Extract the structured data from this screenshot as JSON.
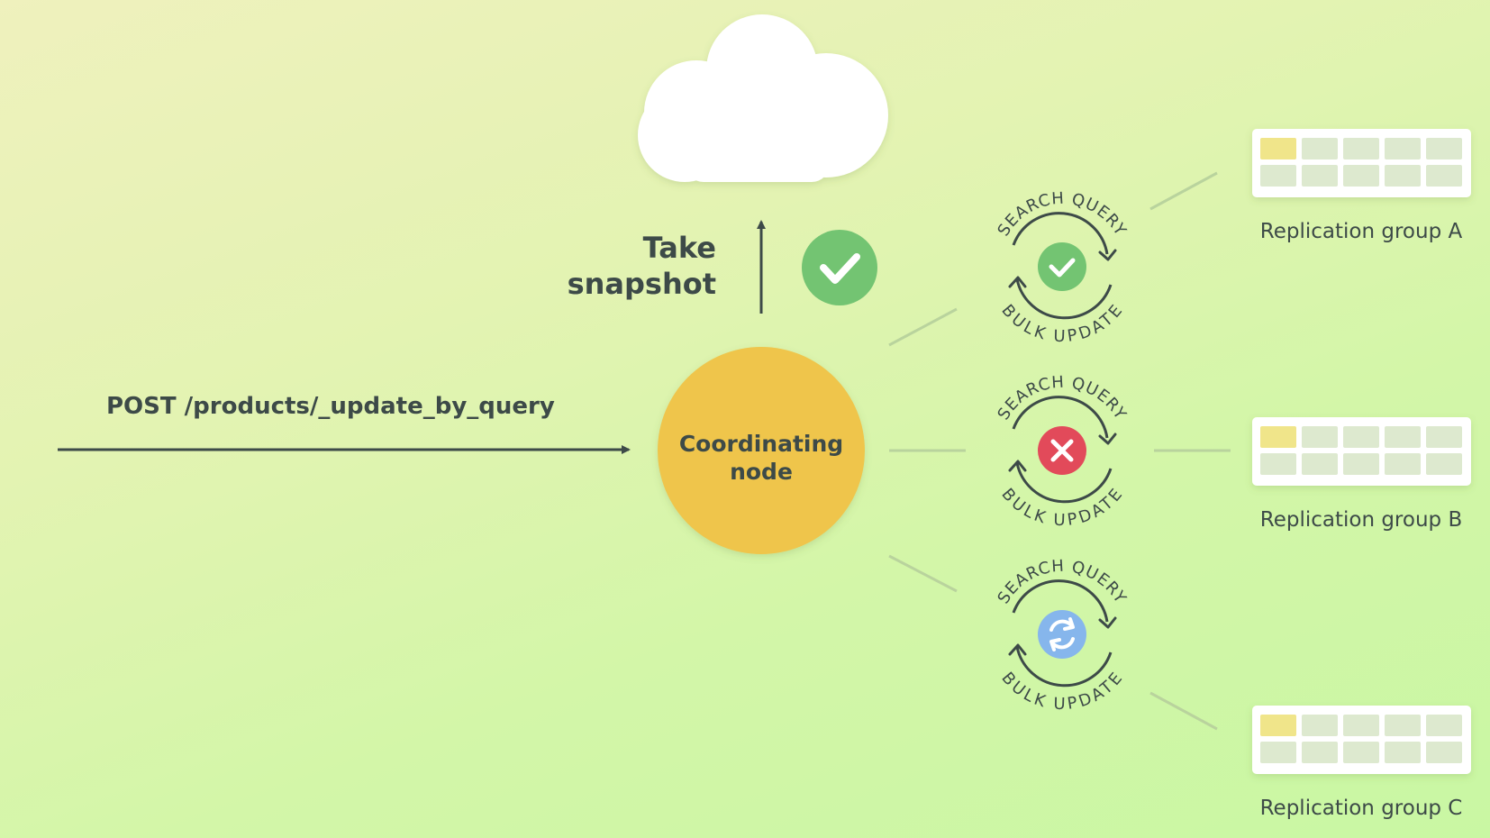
{
  "request": {
    "text": "POST /products/_update_by_query"
  },
  "coordinator": {
    "line1": "Coordinating",
    "line2": "node"
  },
  "snapshot": {
    "line1": "Take",
    "line2": "snapshot",
    "status_icon": "check-icon"
  },
  "cycle": {
    "top_label": "SEARCH QUERY",
    "bottom_label": "BULK UPDATE"
  },
  "groups": [
    {
      "label": "Replication group A",
      "status": "success",
      "status_icon": "check-icon"
    },
    {
      "label": "Replication group B",
      "status": "failed",
      "status_icon": "x-icon"
    },
    {
      "label": "Replication group C",
      "status": "in-progress",
      "status_icon": "sync-icon"
    }
  ],
  "colors": {
    "success": "#73c472",
    "failed": "#e24a5a",
    "in_progress": "#86b6ec",
    "coordinator": "#efc54b",
    "text_dark": "#3d4a48",
    "shard_highlight": "#f0e58a",
    "shard_default": "#dde9cf"
  }
}
